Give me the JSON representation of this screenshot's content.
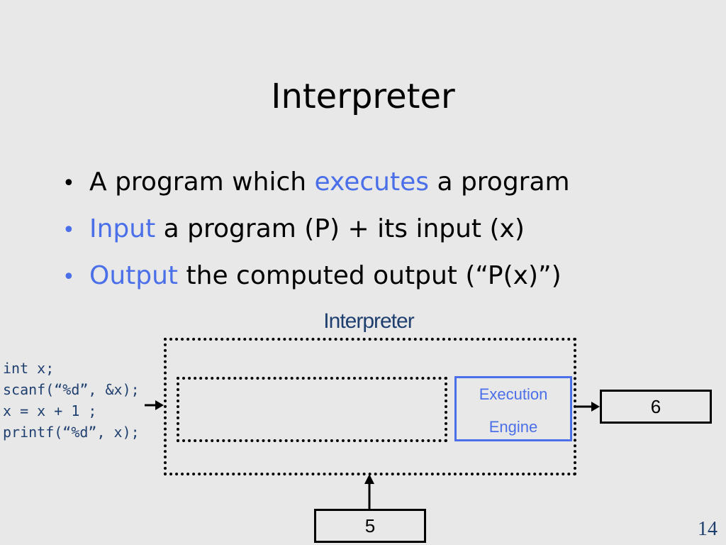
{
  "slide": {
    "title": "Interpreter",
    "number": "14"
  },
  "bullets": [
    {
      "pre": "",
      "accent": "",
      "text": "A program which ",
      "accent2": "executes",
      "post": " a program"
    },
    {
      "accent": "Input",
      "post": " a program (P) + its input (x)"
    },
    {
      "accent": "Output",
      "post": " the computed output (“P(x)”)"
    }
  ],
  "diagram": {
    "title": "Interpreter",
    "engine": {
      "line1": "Execution",
      "line2": "Engine"
    },
    "output_value": "6",
    "input_value": "5",
    "code_lines": [
      "int x;",
      "scanf(“%d”, &x);",
      "x = x + 1 ;",
      "printf(“%d”, x);"
    ]
  },
  "colors": {
    "background": "#e8e8e8",
    "accent": "#4a6fe8",
    "dark_blue": "#1f3f6f"
  }
}
